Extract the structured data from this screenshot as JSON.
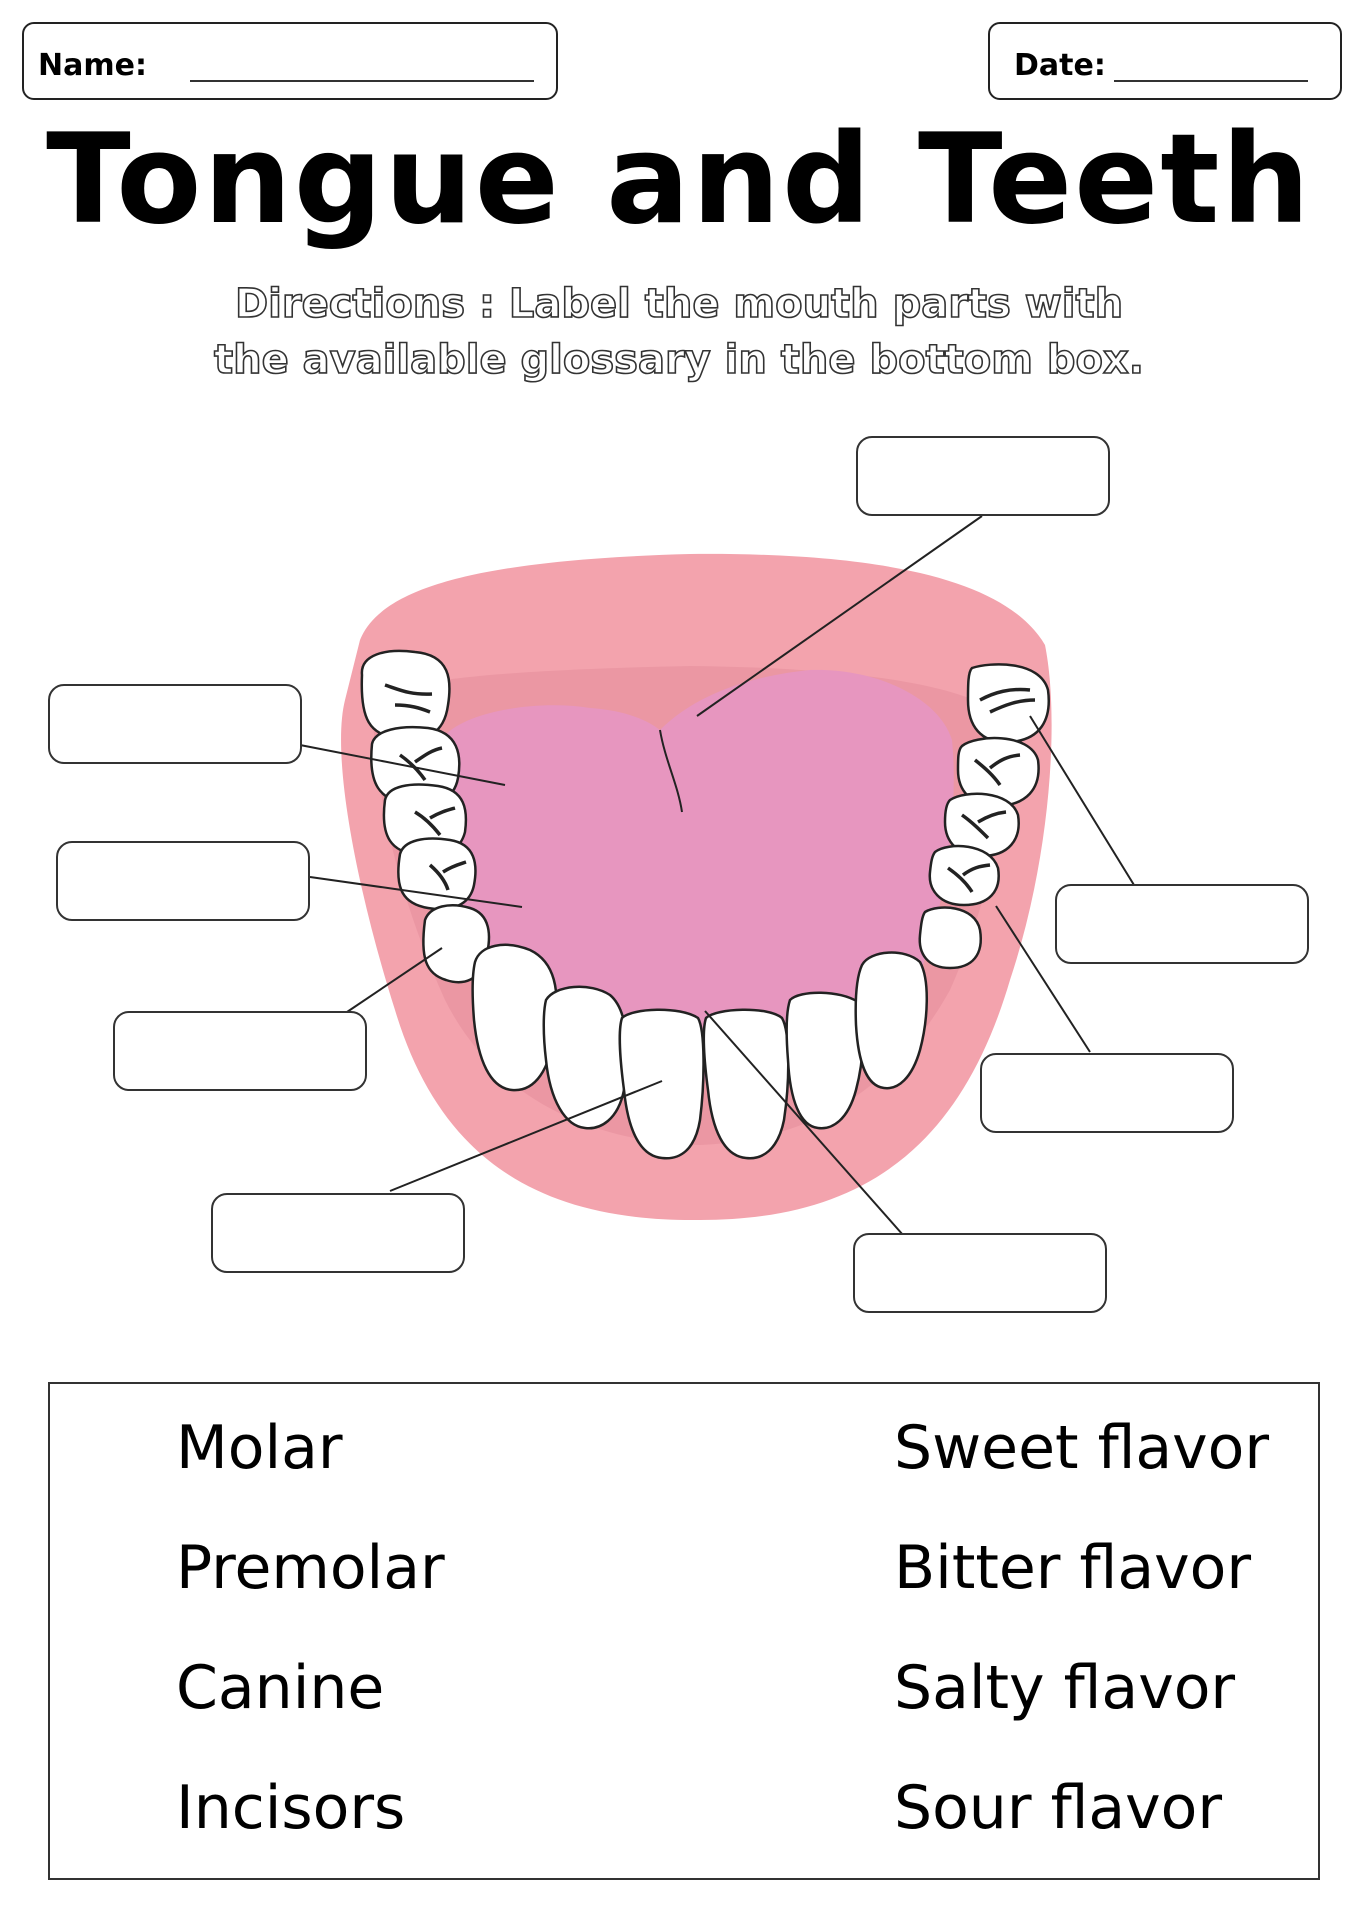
{
  "header": {
    "name_label": "Name:",
    "date_label": "Date:"
  },
  "title": "Tongue and Teeth",
  "directions": {
    "line1": "Directions : Label the mouth parts with",
    "line2": "the available glossary in the bottom box."
  },
  "colors": {
    "lips": "#f3a3ad",
    "gum_inner": "#eb97a3",
    "tongue": "#e796bf",
    "tooth_fill": "#ffffff",
    "outline": "#222222"
  },
  "glossary": {
    "left": [
      "Molar",
      "Premolar",
      "Canine",
      "Incisors"
    ],
    "right": [
      "Sweet flavor",
      "Bitter flavor",
      "Salty flavor",
      "Sour flavor"
    ]
  }
}
